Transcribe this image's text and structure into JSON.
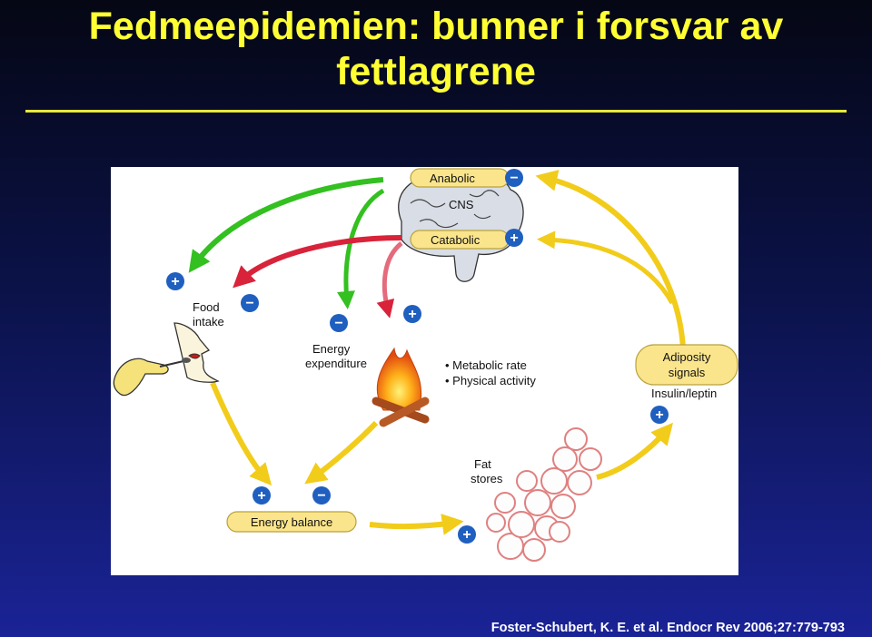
{
  "slide": {
    "title_line1": "Fedmeepidemien: bunner i forsvar av",
    "title_line2": "fettlagrene",
    "citation": "Foster-Schubert, K. E. et al. Endocr Rev 2006;27:779-793"
  },
  "diagram": {
    "cns_label": "CNS",
    "anabolic_label": "Anabolic",
    "catabolic_label": "Catabolic",
    "food_intake_line1": "Food",
    "food_intake_line2": "intake",
    "energy_expenditure_line1": "Energy",
    "energy_expenditure_line2": "expenditure",
    "metabolic_rate": "• Metabolic rate",
    "physical_activity": "• Physical activity",
    "adiposity_line1": "Adiposity",
    "adiposity_line2": "signals",
    "insulin_leptin": "Insulin/leptin",
    "fat_stores_line1": "Fat",
    "fat_stores_line2": "stores",
    "energy_balance": "Energy balance",
    "plus": "+",
    "minus": "−",
    "colors": {
      "green": "#33c020",
      "red": "#d8233a",
      "yellow": "#f2cc1a",
      "sign_blue": "#1f5fbf",
      "pill": "#fbe58c"
    }
  }
}
